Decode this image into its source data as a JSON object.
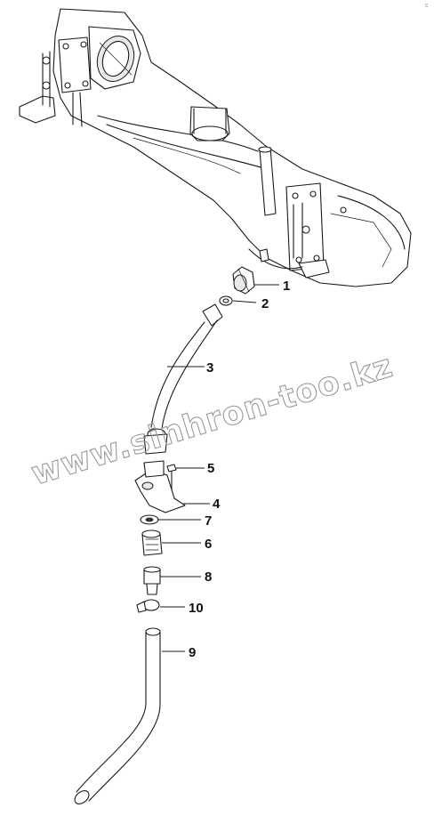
{
  "diagram": {
    "callouts": [
      {
        "id": "1",
        "label": "1"
      },
      {
        "id": "2",
        "label": "2"
      },
      {
        "id": "3",
        "label": "3"
      },
      {
        "id": "5",
        "label": "5"
      },
      {
        "id": "4",
        "label": "4"
      },
      {
        "id": "7",
        "label": "7"
      },
      {
        "id": "6",
        "label": "6"
      },
      {
        "id": "8",
        "label": "8"
      },
      {
        "id": "10",
        "label": "10"
      },
      {
        "id": "9",
        "label": "9"
      }
    ],
    "watermark": "www.sinhron-too.kz",
    "corner_mark": "c  "
  }
}
